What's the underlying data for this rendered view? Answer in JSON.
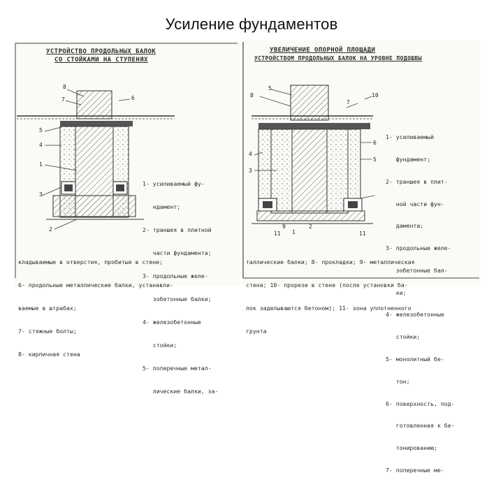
{
  "slide": {
    "title": "Усиление фундаментов"
  },
  "left_panel": {
    "heading_lines": [
      "УСТРОЙСТВО ПРОДОЛЬНЫХ БАЛОК",
      "СО СТОЙКАМИ НА СТУПЕНЯХ"
    ],
    "callouts": [
      "8",
      "7",
      "6",
      "5",
      "4",
      "1",
      "3",
      "2"
    ],
    "legend_items": [
      "1- усиливаемый фу-",
      "   ндамент;",
      "2- траншея в плитной",
      "   части фундамента;",
      "3- продольные желе-",
      "   зобетонные балки;",
      "4- железобетонные",
      "   стойки;",
      "5- поперечные метал-",
      "   лические балки, за-"
    ],
    "legend_bottom": [
      "кладываемые в отверстия, пробитые в стене;",
      "6- продольные металлические балки, устанавли-",
      "ваемые в штрабах;",
      "7- стяжные болты;",
      "8- кирпичная стена"
    ]
  },
  "right_panel": {
    "heading_lines": [
      "УВЕЛИЧЕНИЕ ОПОРНОЙ ПЛОЩАДИ",
      "УСТРОЙСТВОМ ПРОДОЛЬНЫХ БАЛОК НА УРОВНЕ ПОДОШВЫ"
    ],
    "callouts": [
      "8",
      "5",
      "7",
      "10",
      "6",
      "4",
      "5",
      "3",
      "1",
      "9",
      "2",
      "11",
      "11"
    ],
    "legend_items": [
      "1- усиливаемый",
      "   фундамент;",
      "2- траншея в плит-",
      "   ной части фун-",
      "   дамента;",
      "3- продольные желе-",
      "   зобетонные бал-",
      "   ки;",
      "4- железобетонные",
      "   стойки;",
      "5- монолитный бе-",
      "   тон;",
      "6- поверхность, под-",
      "   готовленная к бе-",
      "   тонированию;",
      "7- поперечные ме-"
    ],
    "legend_bottom": [
      "таллические балки; 8- прокладки; 9- металлическая",
      "стена; 10- прорези в стене (после установки ба-",
      "лок заделываются бетоном); 11- зона уплотненного",
      "грунта"
    ]
  }
}
